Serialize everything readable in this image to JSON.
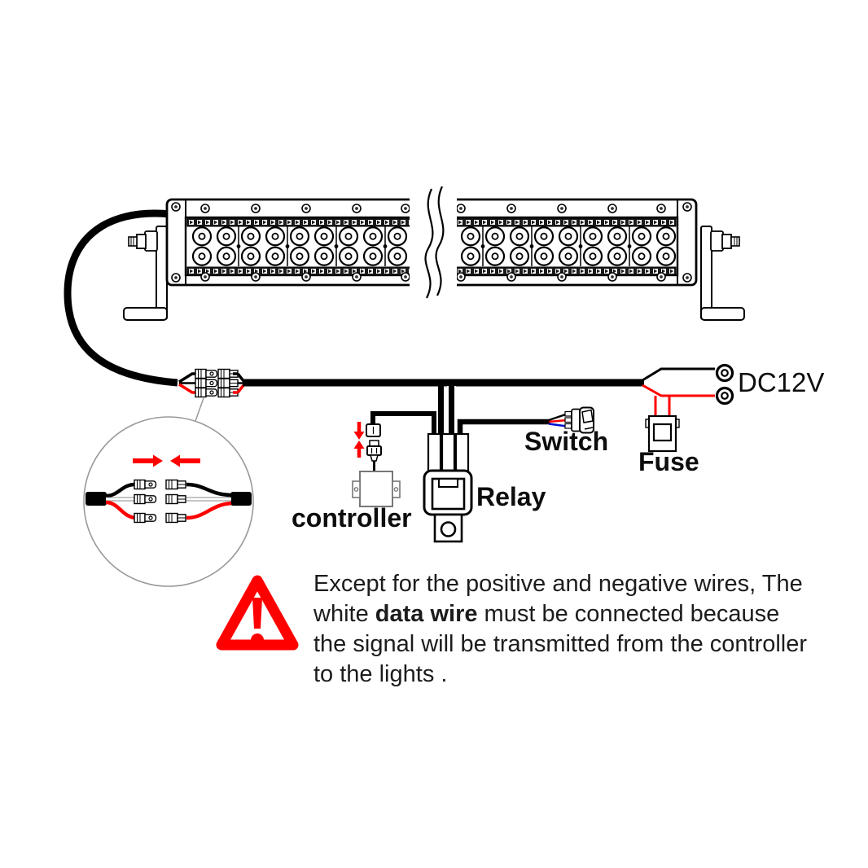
{
  "labels": {
    "controller": "controller",
    "relay": "Relay",
    "switch": "Switch",
    "fuse": "Fuse",
    "dc12v": "DC12V"
  },
  "note": {
    "line1": "Except for the positive and negative wires, The",
    "line2_prefix": "white ",
    "line2_bold": "data wire",
    "line2_suffix": " must be connected because",
    "line3": "the signal will be transmitted from the controller",
    "line4": "to the lights ."
  },
  "colors": {
    "line_art": "#000000",
    "accent_red": "#ff0000",
    "wire_blue": "#0011cc",
    "wire_white": "#ffffff",
    "detail_gray": "#999999"
  }
}
